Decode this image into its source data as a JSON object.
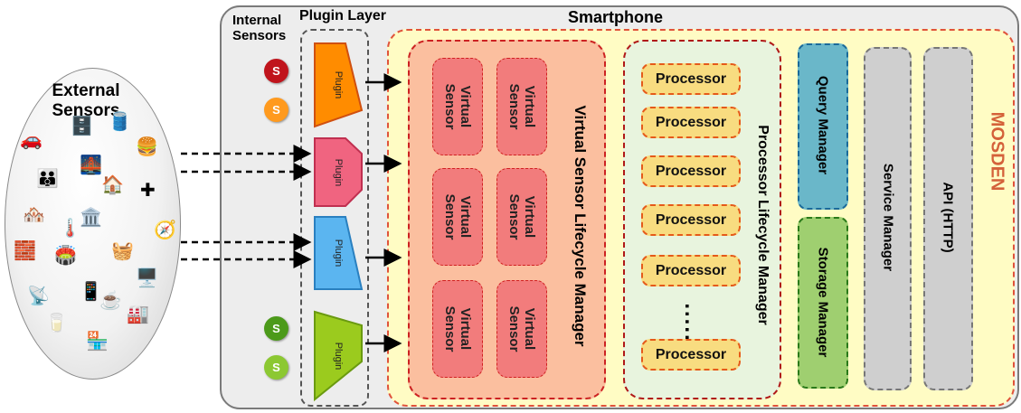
{
  "external": {
    "title": "External Sensors"
  },
  "phone": {
    "title": "Smartphone"
  },
  "plugin_layer": {
    "title": "Plugin Layer",
    "plugin_label": "Plugin"
  },
  "internal": {
    "title": "Internal Sensors",
    "sensor_label": "S"
  },
  "vslm": {
    "title": "Virtual Sensor Lifecycle Manager",
    "vs_label": "Virtual\nSensor"
  },
  "plm": {
    "title": "Processor Lifecycle Manager",
    "processor_label": "Processor",
    "ellipsis": "....."
  },
  "query": {
    "label": "Query Manager"
  },
  "storage": {
    "label": "Storage Manager"
  },
  "service": {
    "label": "Service Manager"
  },
  "api": {
    "label": "API (HTTP)"
  },
  "mosden": {
    "label": "MOSDEN"
  },
  "colors": {
    "plugin1": "#ff8c00",
    "plugin2": "#f06480",
    "plugin3": "#5bb5f0",
    "plugin4": "#9bcb1e",
    "sensor_red": "#c0141c",
    "sensor_orange": "#ff9a1e",
    "sensor_green_dark": "#4c9a1a",
    "sensor_green_light": "#8cc832",
    "query": "#6ab7c9",
    "storage": "#9fcf70",
    "service": "#cfcfcf",
    "mosden_text": "#d4613a"
  }
}
